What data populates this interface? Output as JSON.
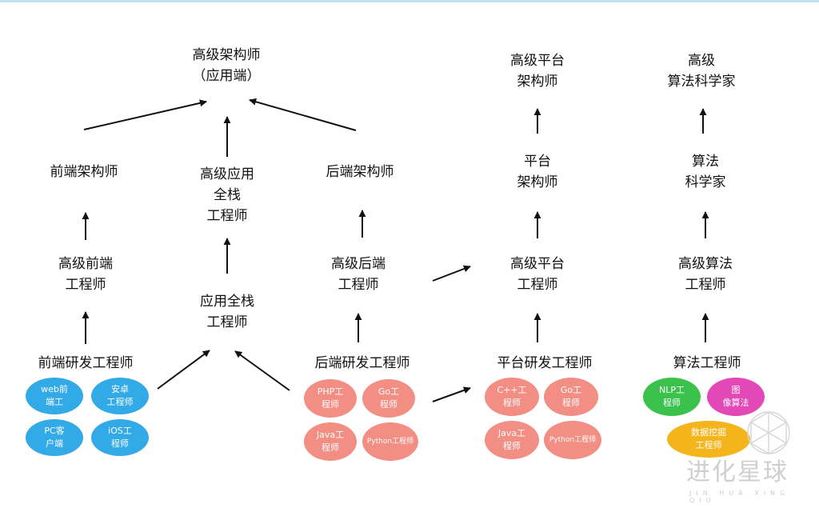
{
  "nodes": {
    "senior_app_architect": "高级架构师\n（应用端）",
    "frontend_architect": "前端架构师",
    "senior_fullstack": "高级应用\n全栈\n工程师",
    "backend_architect": "后端架构师",
    "senior_frontend": "高级前端\n工程师",
    "fullstack": "应用全栈\n工程师",
    "senior_backend": "高级后端\n工程师",
    "frontend_dev": "前端研发工程师",
    "backend_dev": "后端研发工程师",
    "senior_platform_architect": "高级平台\n架构师",
    "platform_architect": "平台\n架构师",
    "senior_platform": "高级平台\n工程师",
    "platform_dev": "平台研发工程师",
    "senior_algo_scientist": "高级\n算法科学家",
    "algo_scientist": "算法\n科学家",
    "senior_algo": "高级算法\n工程师",
    "algo_dev": "算法工程师"
  },
  "pills": {
    "web_frontend": "web前\n端工",
    "android": "安卓\n工程师",
    "pc_client": "PC客\n户端",
    "ios": "iOS工\n程师",
    "php": "PHP工\n程师",
    "go_backend": "Go工\n程师",
    "java_backend": "Java工\n程师",
    "python_backend": "Python工程师",
    "cpp": "C++工\n程师",
    "go_platform": "Go工\n程师",
    "java_platform": "Java工\n程师",
    "python_platform": "Python工程师",
    "nlp": "NLP工\n程师",
    "image_algo": "图\n像算法",
    "data_mining": "数据挖掘\n工程师"
  },
  "colors": {
    "frontend_pills": "#33aae8",
    "backend_pills": "#f28e83",
    "platform_pills": "#f28e83",
    "nlp_pill": "#3ac24c",
    "image_pill": "#e248b6",
    "mining_pill": "#f4b41c"
  },
  "watermark": {
    "text": "进化星球",
    "subtext": "JIN HUA XING QIU"
  }
}
